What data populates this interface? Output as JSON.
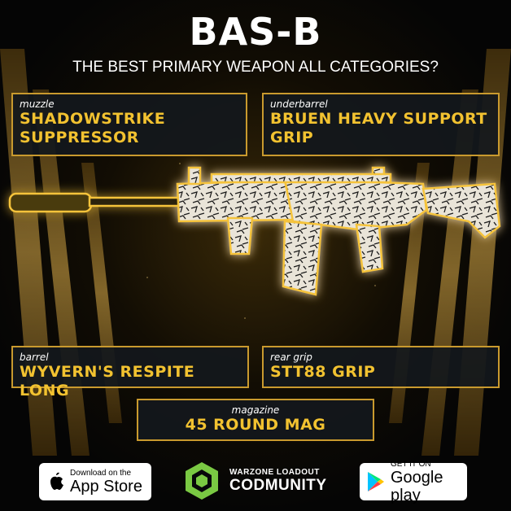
{
  "header": {
    "title": "BAS-B",
    "subtitle": "THE BEST PRIMARY WEAPON ALL CATEGORIES?"
  },
  "attachments": {
    "muzzle": {
      "category": "muzzle",
      "name_line1": "SHADOWSTRIKE",
      "name_line2": "SUPPRESSOR"
    },
    "underbarrel": {
      "category": "underbarrel",
      "name_line1": "BRUEN HEAVY SUPPORT",
      "name_line2": "GRIP"
    },
    "barrel": {
      "category": "barrel",
      "name": "WYVERN'S RESPITE LONG"
    },
    "rear_grip": {
      "category": "rear grip",
      "name": "STT88 GRIP"
    },
    "magazine": {
      "category": "magazine",
      "name": "45 ROUND MAG"
    }
  },
  "footer": {
    "app_store": {
      "small": "Download on the",
      "big": "App Store"
    },
    "brand": {
      "small": "WARZONE LOADOUT",
      "big": "CODMUNITY"
    },
    "google_play": {
      "small": "GET IT ON",
      "big": "Google play"
    }
  },
  "colors": {
    "accent_gold": "#f2c230",
    "border_gold": "#c99a2e",
    "panel": "#14181c",
    "brand_green": "#7ac943"
  },
  "icons": [
    "apple-icon",
    "codmunity-logo-icon",
    "google-play-icon"
  ]
}
